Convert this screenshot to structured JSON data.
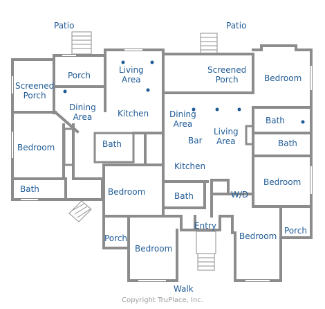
{
  "floorplan": {
    "rooms": [
      {
        "id": "patio-left",
        "label": "Patio"
      },
      {
        "id": "patio-right",
        "label": "Patio"
      },
      {
        "id": "porch-top",
        "label": "Porch"
      },
      {
        "id": "living-area-left",
        "label": "Living\nArea"
      },
      {
        "id": "screened-porch-top",
        "label": "Screened\nPorch"
      },
      {
        "id": "bedroom-top-right",
        "label": "Bedroom"
      },
      {
        "id": "screened-porch-left",
        "label": "Screened\nPorch"
      },
      {
        "id": "dining-area-left",
        "label": "Dining\nArea"
      },
      {
        "id": "kitchen-left",
        "label": "Kitchen"
      },
      {
        "id": "dining-area-right",
        "label": "Dining\nArea"
      },
      {
        "id": "living-area-right",
        "label": "Living\nArea"
      },
      {
        "id": "bath-right-1",
        "label": "Bath"
      },
      {
        "id": "bath-right-2",
        "label": "Bath"
      },
      {
        "id": "bedroom-left",
        "label": "Bedroom"
      },
      {
        "id": "bath-mid",
        "label": "Bath"
      },
      {
        "id": "bar",
        "label": "Bar"
      },
      {
        "id": "kitchen-right",
        "label": "Kitchen"
      },
      {
        "id": "bedroom-right-mid",
        "label": "Bedroom"
      },
      {
        "id": "bedroom-center",
        "label": "Bedroom"
      },
      {
        "id": "bath-bottom-left",
        "label": "Bath"
      },
      {
        "id": "bath-center",
        "label": "Bath"
      },
      {
        "id": "wd",
        "label": "W/D"
      },
      {
        "id": "entry",
        "label": "Entry"
      },
      {
        "id": "porch-bottom-left",
        "label": "Porch"
      },
      {
        "id": "bedroom-bottom-center",
        "label": "Bedroom"
      },
      {
        "id": "bedroom-bottom-right",
        "label": "Bedroom"
      },
      {
        "id": "porch-bottom-right",
        "label": "Porch"
      },
      {
        "id": "walk",
        "label": "Walk"
      }
    ],
    "copyright": "Copyright  TruPlace, Inc.",
    "colors": {
      "wall": "#8c8c8c",
      "label": "#1f5b96",
      "fixture": "#1f5b96",
      "copyright": "#9a9a9a"
    }
  }
}
